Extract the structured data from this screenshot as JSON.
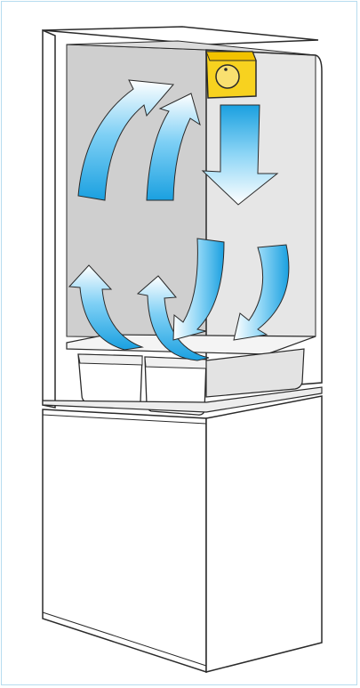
{
  "diagram": {
    "subject": "refrigerator-airflow",
    "colors": {
      "frame_border": "#b7dcef",
      "interior_left": "#cfcfcf",
      "interior_right": "#e6e6e6",
      "fan_unit": "#f7d21f",
      "airflow_blue": "#1aa0e0",
      "airflow_light": "#eaf7ff",
      "outline": "#2a2a2a"
    },
    "arrows": [
      {
        "id": "upflow-left",
        "direction": "up"
      },
      {
        "id": "upflow-center",
        "direction": "up"
      },
      {
        "id": "downflow-fan",
        "direction": "down"
      },
      {
        "id": "upflow-drawer-left",
        "direction": "up"
      },
      {
        "id": "upflow-drawer-center",
        "direction": "up"
      },
      {
        "id": "downflow-door",
        "direction": "down"
      },
      {
        "id": "downflow-door-right",
        "direction": "down"
      }
    ]
  }
}
